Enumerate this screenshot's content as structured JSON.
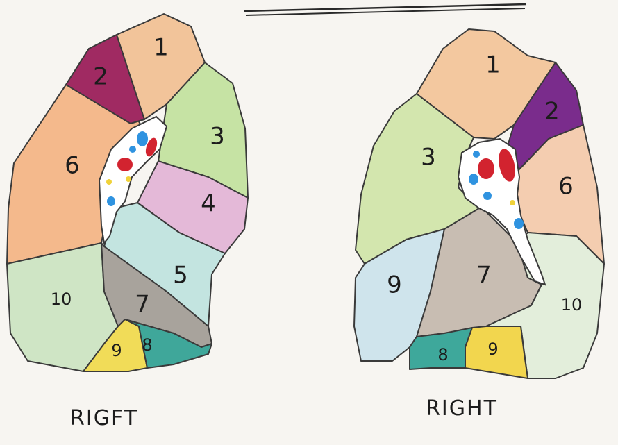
{
  "left_lung": {
    "caption": "RIGFT",
    "segments": [
      {
        "id": "1",
        "label": "1",
        "color": "#f2c49a"
      },
      {
        "id": "2",
        "label": "2",
        "color": "#a02a62"
      },
      {
        "id": "3",
        "label": "3",
        "color": "#c6e3a4"
      },
      {
        "id": "4",
        "label": "4",
        "color": "#e4b9d8"
      },
      {
        "id": "5",
        "label": "5",
        "color": "#c3e4e0"
      },
      {
        "id": "6",
        "label": "6",
        "color": "#f4b98c"
      },
      {
        "id": "7",
        "label": "7",
        "color": "#a8a39c"
      },
      {
        "id": "8",
        "label": "8",
        "color": "#3fa79a"
      },
      {
        "id": "9",
        "label": "9",
        "color": "#f1dc58"
      },
      {
        "id": "10",
        "label": "10",
        "color": "#cfe5c5"
      }
    ]
  },
  "right_lung": {
    "caption": "RIGHT",
    "segments": [
      {
        "id": "1",
        "label": "1",
        "color": "#f3c89f"
      },
      {
        "id": "2",
        "label": "2",
        "color": "#7a2c8c"
      },
      {
        "id": "3",
        "label": "3",
        "color": "#d3e6ae"
      },
      {
        "id": "6",
        "label": "6",
        "color": "#f4cdb0"
      },
      {
        "id": "7",
        "label": "7",
        "color": "#c8bdb2"
      },
      {
        "id": "8",
        "label": "8",
        "color": "#3ea89b"
      },
      {
        "id": "9",
        "label": "9",
        "color": "#f2d64e"
      },
      {
        "id": "10",
        "label": "10",
        "color": "#e3eedb"
      },
      {
        "id": "5",
        "label": "9",
        "color": "#cfe4ec"
      }
    ]
  },
  "hilum_colors": {
    "artery": "#d2232f",
    "vein": "#2f93e0",
    "bronchus": "#f0d23a",
    "background": "#ffffff"
  }
}
